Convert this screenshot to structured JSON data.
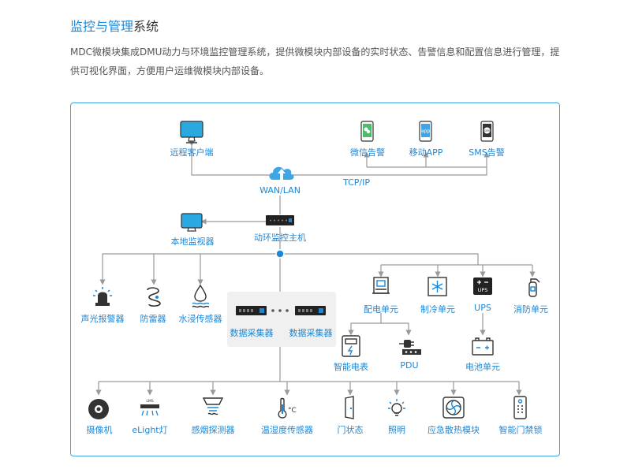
{
  "header": {
    "title_highlight": "监控与管理",
    "title_rest": "系统",
    "description": "MDC微模块集成DMU动力与环境监控管理系统，提供微模块内部设备的实时状态、告警信息和配置信息进行管理，提供可视化界面，方便用户运维微模块内部设备。"
  },
  "colors": {
    "accent": "#1c87d6",
    "line": "#9a9a9a",
    "panel_border": "#39a6e4"
  },
  "diagram": {
    "protocol_label": "TCP/IP",
    "nodes": {
      "remote_client": "远程客户端",
      "wechat_alarm": "微信告警",
      "mobile_app": "移动APP",
      "sms_alarm": "SMS告警",
      "wan_lan": "WAN/LAN",
      "local_monitor": "本地监视器",
      "host": "动环监控主机",
      "sound_light_alarm": "声光报警器",
      "lightning": "防雷器",
      "water_sensor": "水浸传感器",
      "collector_1": "数据采集器",
      "collector_2": "数据采集器",
      "power_unit": "配电单元",
      "cooling_unit": "制冷单元",
      "ups": "UPS",
      "fire_unit": "消防单元",
      "smart_meter": "智能电表",
      "pdu": "PDU",
      "battery_unit": "电池单元",
      "camera": "摄像机",
      "elight": "eLight灯",
      "smoke_detector": "感烟探测器",
      "temp_humidity": "温湿度传感器",
      "door_status": "门状态",
      "lighting": "照明",
      "emergency_fan": "应急散热模块",
      "smart_lock": "智能门禁锁"
    },
    "icon_texts": {
      "app_icon_text": "app",
      "sms_icon_text": "SMS",
      "ups_icon_text": "UPS",
      "elight_icon_text": "LMS"
    }
  }
}
